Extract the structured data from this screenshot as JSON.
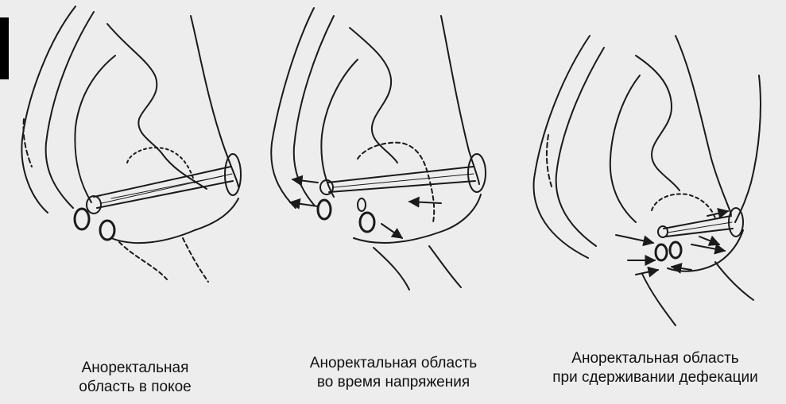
{
  "panels": [
    {
      "caption_line1": "Аноректальная",
      "caption_line2": "область в покое"
    },
    {
      "caption_line1": "Аноректальная область",
      "caption_line2": "во время напряжения"
    },
    {
      "caption_line1": "Аноректальная область",
      "caption_line2": "при сдерживании дефекации"
    }
  ],
  "colors": {
    "background": "#ededed",
    "ink": "#1a1a1a"
  }
}
